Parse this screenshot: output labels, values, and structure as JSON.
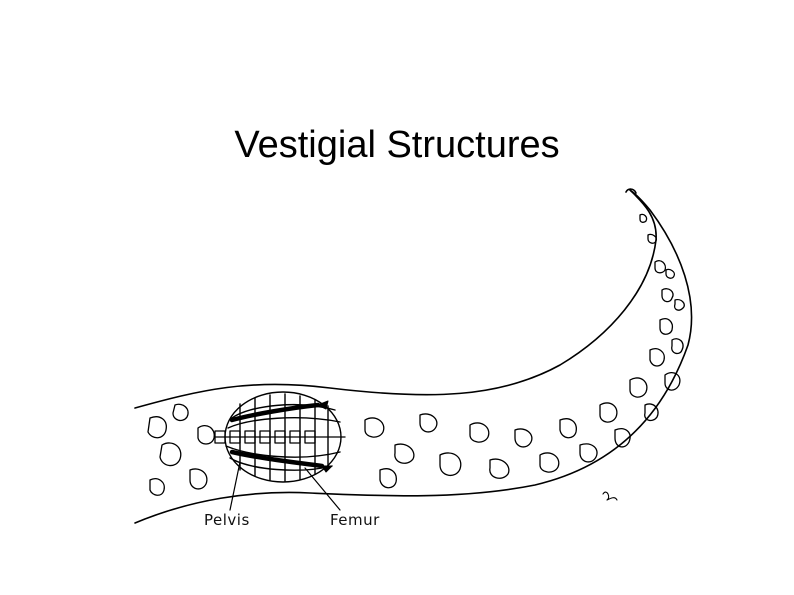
{
  "slide": {
    "title": "Vestigial Structures",
    "labels": {
      "pelvis": "Pelvis",
      "femur": "Femur"
    }
  }
}
